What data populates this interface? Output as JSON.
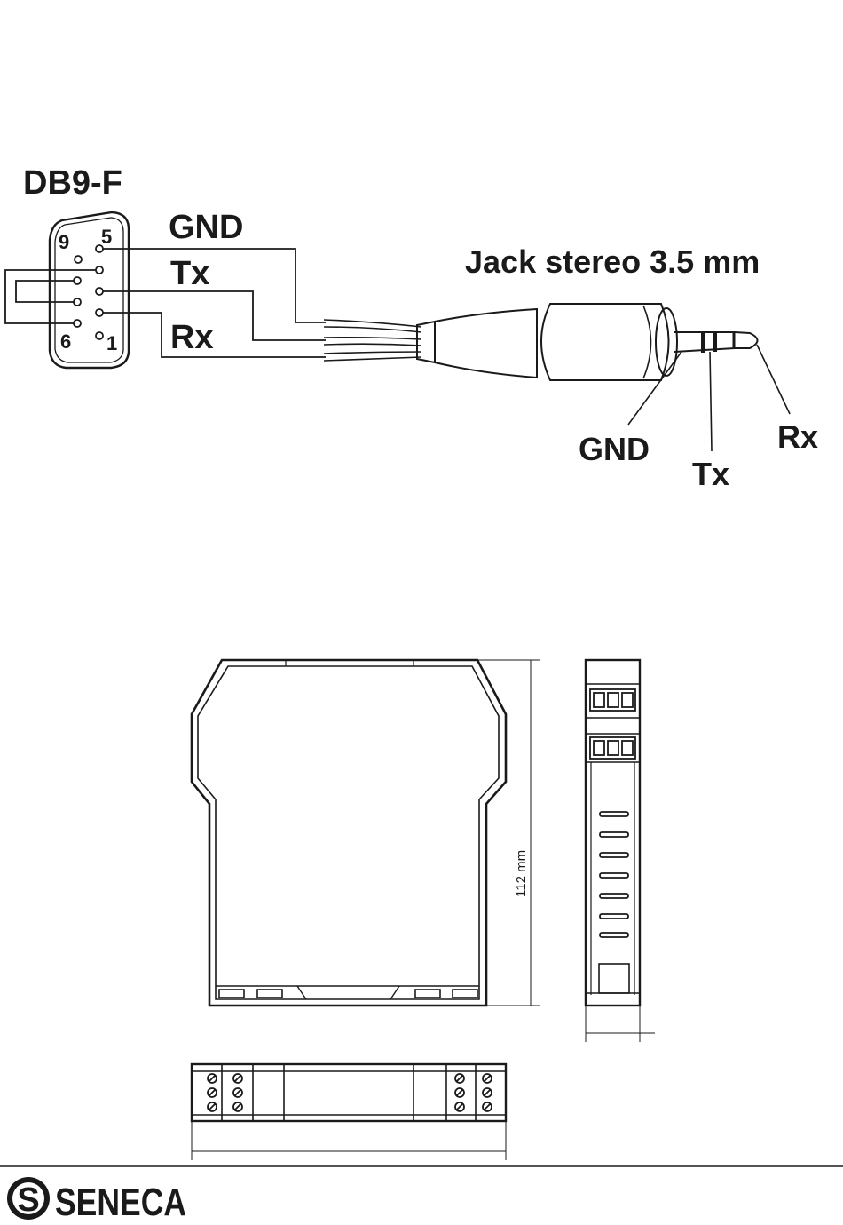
{
  "connector_diagram": {
    "db9_title": "DB9-F",
    "db9_pins": [
      "9",
      "5",
      "6",
      "1"
    ],
    "wire_labels_left": {
      "gnd": "GND",
      "tx": "Tx",
      "rx": "Rx"
    },
    "jack_title": "Jack stereo 3.5 mm",
    "jack_labels": {
      "gnd": "GND",
      "tx": "Tx",
      "rx": "Rx"
    }
  },
  "mechanical_drawing": {
    "height_dimension": "112 mm"
  },
  "footer": {
    "logo_letter": "S",
    "brand": "SENECA"
  }
}
